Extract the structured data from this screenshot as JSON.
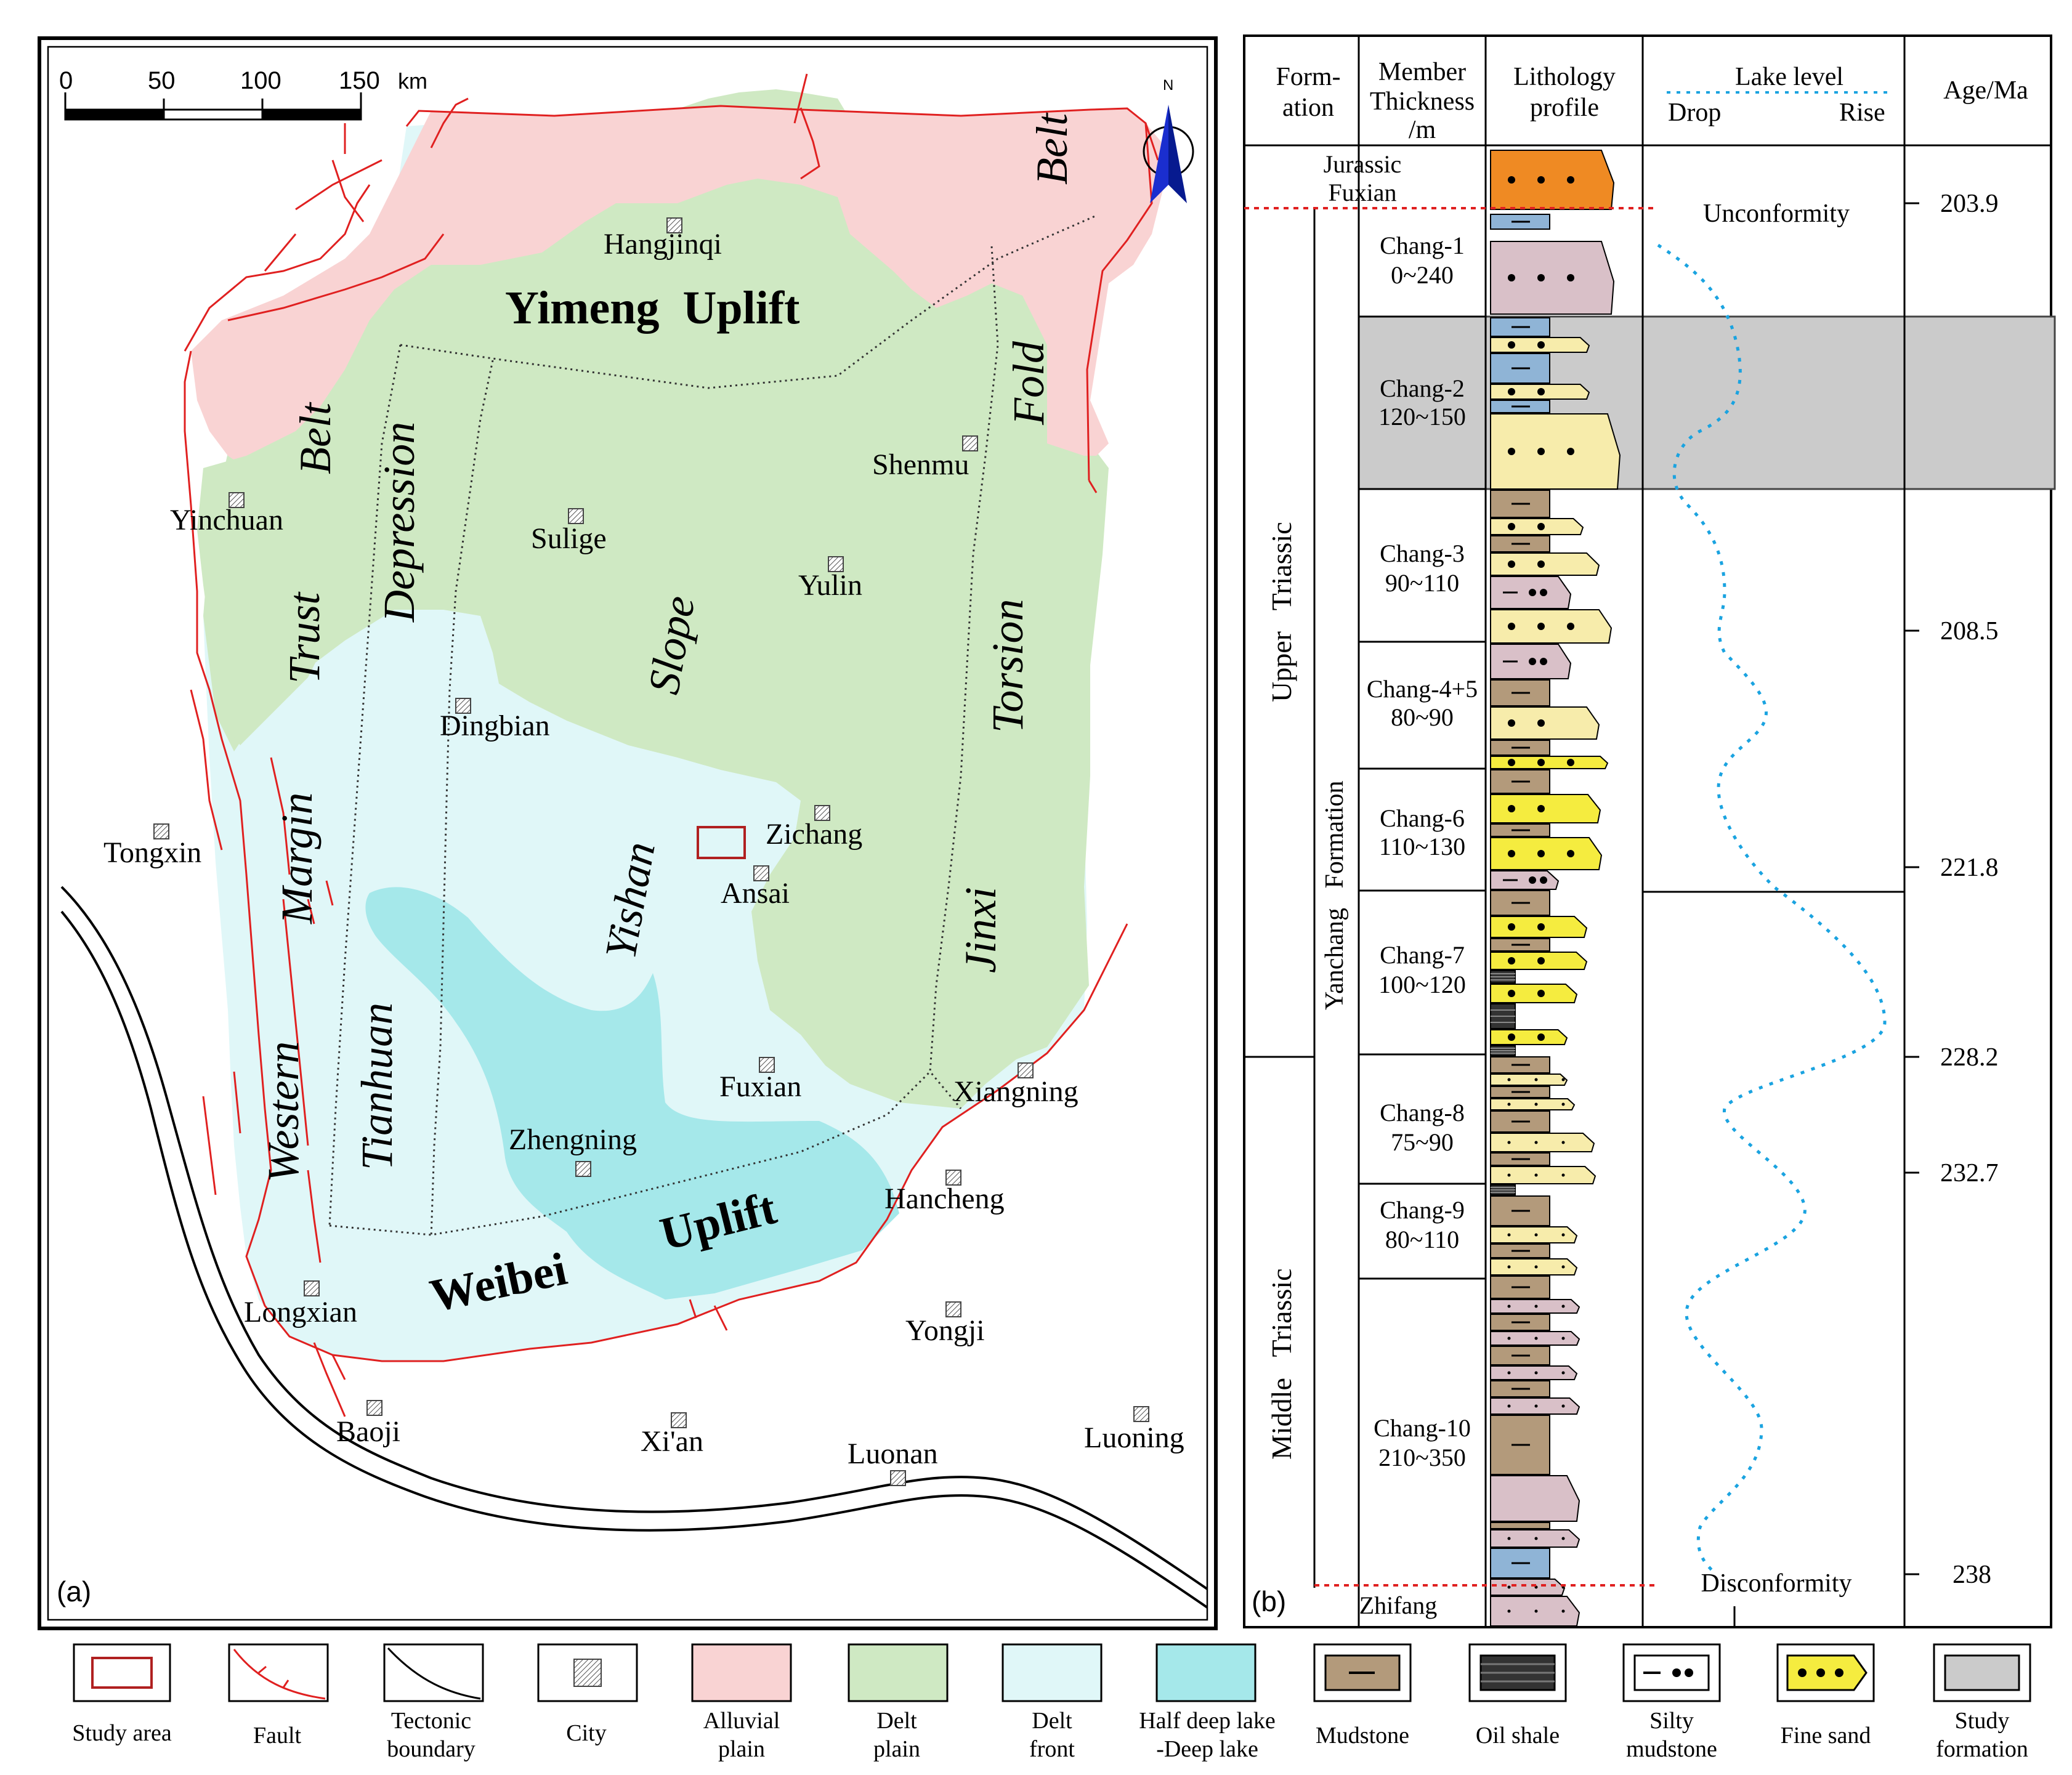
{
  "panel_a": {
    "label": "(a)",
    "scale_ticks": [
      "0",
      "50",
      "100",
      "150"
    ],
    "scale_unit": "km",
    "north": "N",
    "regions": [
      {
        "text": "Yimeng  Uplift"
      },
      {
        "text": "Weibei"
      },
      {
        "text": "Uplift"
      },
      {
        "text": "Yishan"
      },
      {
        "text": "Slope"
      },
      {
        "text": "Tianhuan"
      },
      {
        "text": "Depression"
      },
      {
        "text": "Western"
      },
      {
        "text": "Margin"
      },
      {
        "text": "Trust"
      },
      {
        "text": "Belt"
      },
      {
        "text": "Jinxi"
      },
      {
        "text": "Torsion"
      },
      {
        "text": "Fold"
      },
      {
        "text": "Belt"
      }
    ],
    "cities": [
      {
        "name": "Hangjinqi"
      },
      {
        "name": "Shenmu"
      },
      {
        "name": "Yinchuan"
      },
      {
        "name": "Sulige"
      },
      {
        "name": "Yulin"
      },
      {
        "name": "Dingbian"
      },
      {
        "name": "Tongxin"
      },
      {
        "name": "Zichang"
      },
      {
        "name": "Ansai"
      },
      {
        "name": "Fuxian"
      },
      {
        "name": "Xiangning"
      },
      {
        "name": "Zhengning"
      },
      {
        "name": "Hancheng"
      },
      {
        "name": "Longxian"
      },
      {
        "name": "Yongji"
      },
      {
        "name": "Baoji"
      },
      {
        "name": "Xi'an"
      },
      {
        "name": "Luonan"
      },
      {
        "name": "Luoning"
      }
    ]
  },
  "panel_b": {
    "label": "(b)",
    "headers": {
      "formation": [
        "Form-",
        "ation"
      ],
      "member": [
        "Member",
        "Thickness",
        "/m"
      ],
      "lithology": [
        "Lithology",
        "profile"
      ],
      "lake": "Lake level",
      "drop": "Drop",
      "rise": "Rise",
      "age": "Age/Ma"
    },
    "top_unit": [
      "Jurassic",
      "Fuxian"
    ],
    "bottom_unit": "Zhifang",
    "series": {
      "upper": "Upper   Triassic",
      "middle": "Middle   Triassic"
    },
    "formation_name": "Yanchang   Formation",
    "members": [
      {
        "name": "Chang-1",
        "thickness": "0~240"
      },
      {
        "name": "Chang-2",
        "thickness": "120~150"
      },
      {
        "name": "Chang-3",
        "thickness": "90~110"
      },
      {
        "name": "Chang-4+5",
        "thickness": "80~90"
      },
      {
        "name": "Chang-6",
        "thickness": "110~130"
      },
      {
        "name": "Chang-7",
        "thickness": "100~120"
      },
      {
        "name": "Chang-8",
        "thickness": "75~90"
      },
      {
        "name": "Chang-9",
        "thickness": "80~110"
      },
      {
        "name": "Chang-10",
        "thickness": "210~350"
      }
    ],
    "boundaries": {
      "unconformity": "Unconformity",
      "disconformity": "Disconformity"
    },
    "ages": [
      "203.9",
      "208.5",
      "221.8",
      "228.2",
      "232.7",
      "238"
    ]
  },
  "legend": [
    {
      "label": [
        "Study area"
      ]
    },
    {
      "label": [
        "Fault"
      ]
    },
    {
      "label": [
        "Tectonic",
        "boundary"
      ]
    },
    {
      "label": [
        "City"
      ]
    },
    {
      "label": [
        "Alluvial",
        "plain"
      ]
    },
    {
      "label": [
        "Delt",
        "plain"
      ]
    },
    {
      "label": [
        "Delt",
        "front"
      ]
    },
    {
      "label": [
        "Half deep lake",
        "-Deep lake"
      ]
    },
    {
      "label": [
        "Mudstone"
      ]
    },
    {
      "label": [
        "Oil shale"
      ]
    },
    {
      "label": [
        "Silty",
        "mudstone"
      ]
    },
    {
      "label": [
        "Fine sand"
      ]
    },
    {
      "label": [
        "Study",
        "formation"
      ]
    }
  ],
  "colors": {
    "alluvial": "#f9d3d3",
    "delt_plain": "#cfe9c3",
    "delt_front": "#e0f7f8",
    "deep_lake": "#a5e8ea",
    "fault": "#e02020",
    "mudstone": "#b39a7b",
    "oil_shale": "#333333",
    "silty": "#d9c0c8",
    "fine_sand": "#f5ec3f",
    "pale_sand": "#f7ecab",
    "blue_mud": "#8fb4d6",
    "jurassic": "#ef8a23",
    "study": "#cbcbcb",
    "lake_curve": "#1aa3e0",
    "study_box": "#b02020"
  }
}
